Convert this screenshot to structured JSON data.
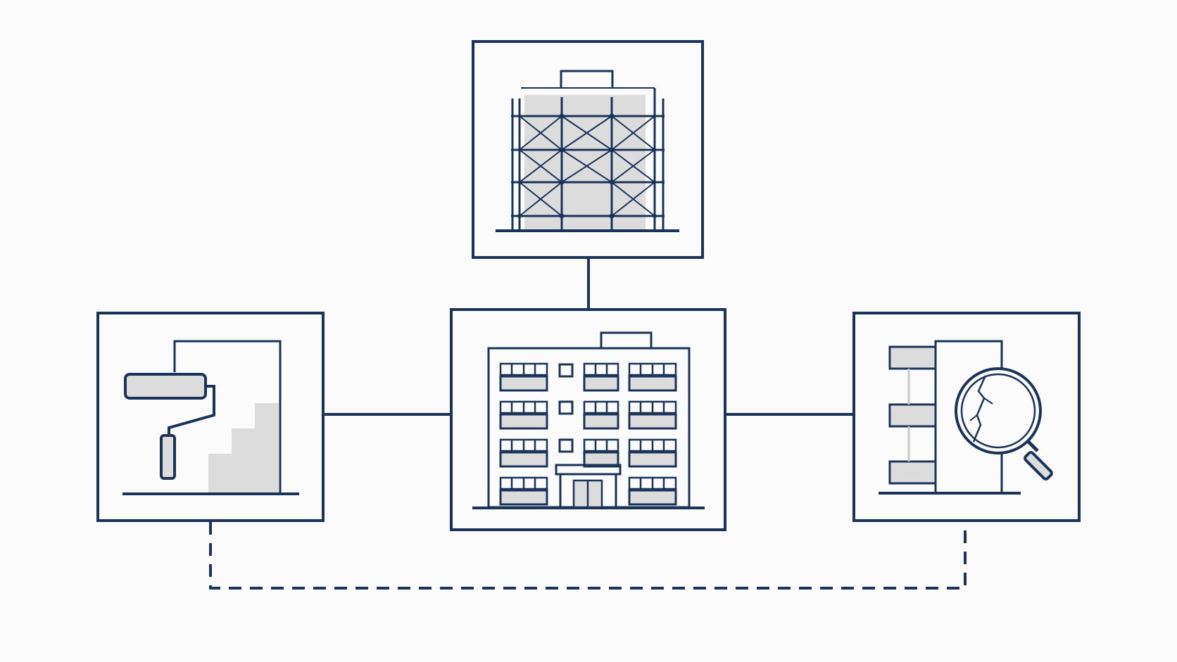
{
  "colors": {
    "background": "#fbfbfb",
    "stroke": "#1b3358",
    "fill": "#dcdcdc"
  },
  "nodes": [
    {
      "id": "scaffolding",
      "icon": "scaffolded-building-icon"
    },
    {
      "id": "building",
      "icon": "apartment-building-icon"
    },
    {
      "id": "painting",
      "icon": "paint-roller-icon"
    },
    {
      "id": "inspection",
      "icon": "crack-inspection-magnifier-icon"
    }
  ],
  "connections": [
    {
      "from": "scaffolding",
      "to": "building",
      "style": "solid"
    },
    {
      "from": "painting",
      "to": "building",
      "style": "solid"
    },
    {
      "from": "building",
      "to": "inspection",
      "style": "solid"
    },
    {
      "from": "painting",
      "to": "inspection",
      "style": "dashed"
    }
  ]
}
